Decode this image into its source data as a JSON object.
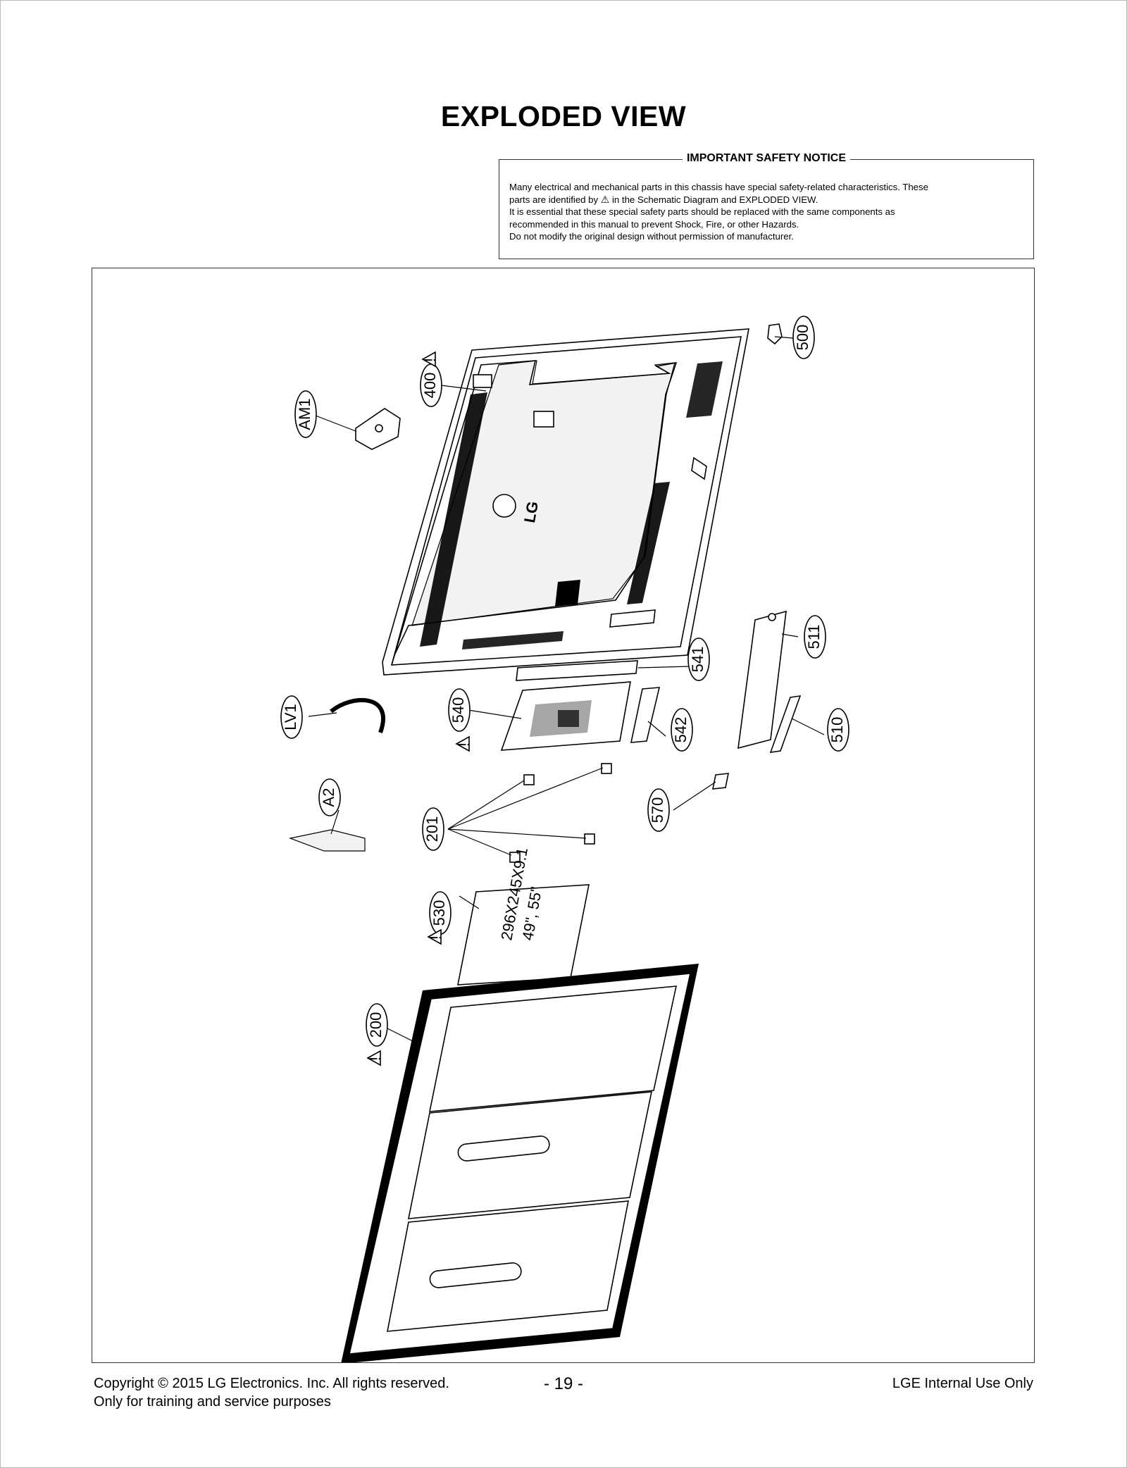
{
  "title": "EXPLODED VIEW",
  "notice": {
    "heading": "IMPORTANT SAFETY NOTICE",
    "line1": "Many electrical and mechanical parts in this chassis have special safety-related characteristics. These",
    "line2_pre": "parts are identified by",
    "line2_symbol": "⚠",
    "line2_post": "in the Schematic Diagram and EXPLODED VIEW.",
    "line3": "It is essential that these special safety parts should be replaced with the same components as",
    "line4": "recommended in this manual to prevent Shock, Fire, or other Hazards.",
    "line5": "Do not modify the original design without permission of manufacturer."
  },
  "parts": {
    "p500": "500",
    "p400": "400",
    "pAM1": "AM1",
    "p511": "511",
    "p541": "541",
    "pLV1": "LV1",
    "p540": "540",
    "p542": "542",
    "p510": "510",
    "pA2": "A2",
    "p201": "201",
    "p570": "570",
    "p530": "530",
    "p200": "200"
  },
  "warning_symbol": "!",
  "brand_logo_text": "LG",
  "module_label_1": "296X245X9.1",
  "module_label_2": "49\", 55\"",
  "footer": {
    "copyright": "Copyright  © 2015  LG Electronics. Inc. All rights reserved.",
    "purpose": "Only for training and service purposes",
    "page": "- 19 -",
    "internal": "LGE Internal Use Only"
  }
}
